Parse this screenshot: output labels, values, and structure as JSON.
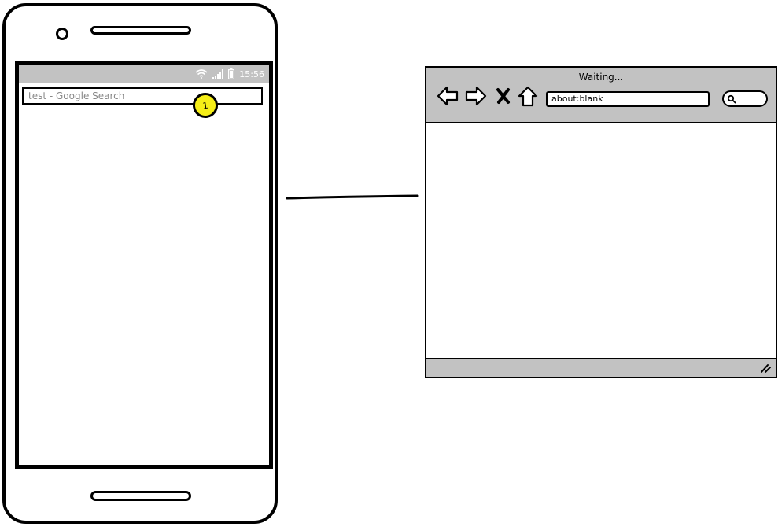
{
  "phone": {
    "status_bar": {
      "time": "15:56",
      "icons": [
        "wifi-icon",
        "signal-icon",
        "battery-icon"
      ]
    },
    "url_field": {
      "value": "test - Google Search"
    },
    "marker": {
      "label": "1",
      "color": "#f5ee17"
    }
  },
  "browser": {
    "title": "Waiting...",
    "nav_icons": [
      "back-arrow-icon",
      "forward-arrow-icon",
      "stop-icon",
      "home-icon"
    ],
    "address": "about:blank",
    "search_icon": "search-icon",
    "resize_icon": "resize-grip-icon"
  },
  "colors": {
    "chrome_gray": "#c2c2c2",
    "outline": "#000000",
    "background": "#ffffff"
  }
}
